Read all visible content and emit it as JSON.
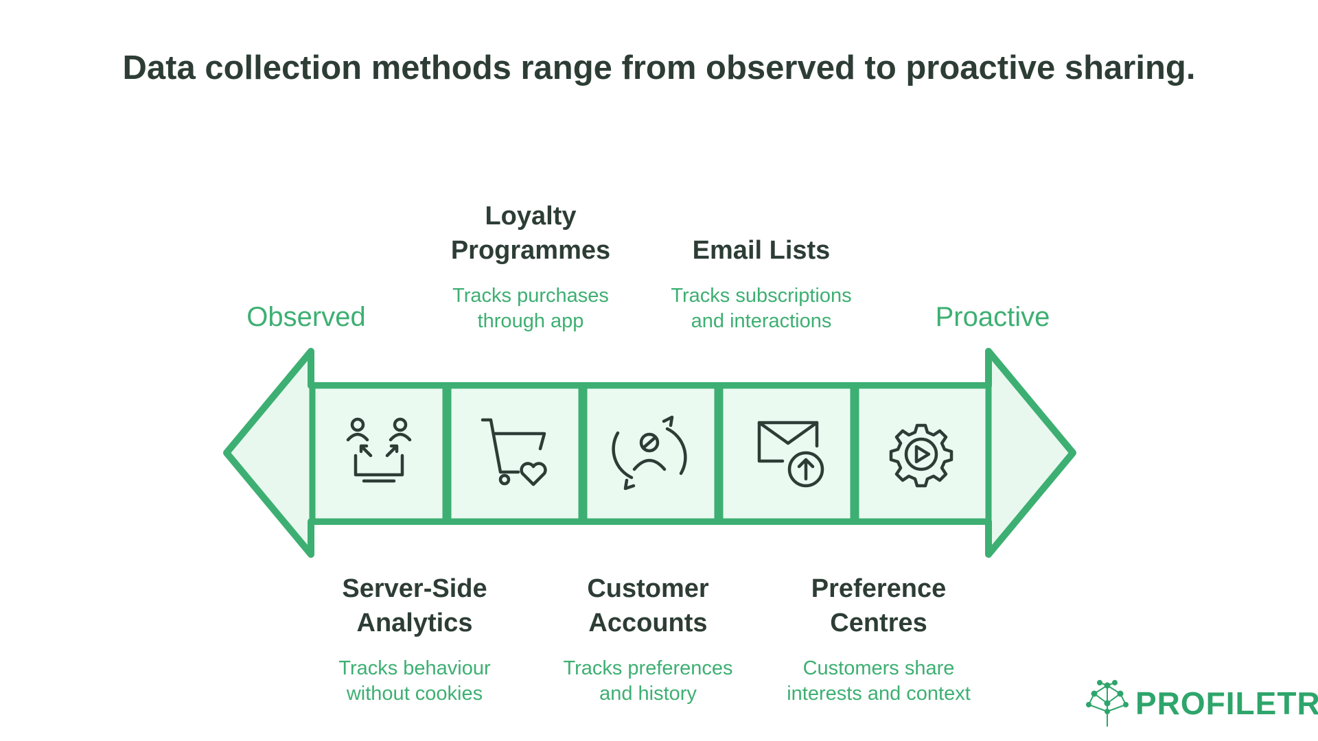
{
  "title": "Data collection methods range from observed to proactive sharing.",
  "ends": {
    "left": "Observed",
    "right": "Proactive"
  },
  "methods": [
    {
      "heading": "Server-Side Analytics",
      "description": "Tracks behaviour without cookies",
      "icon": "users-sharing-icon"
    },
    {
      "heading": "Loyalty Programmes",
      "description": "Tracks purchases through app",
      "icon": "cart-heart-icon"
    },
    {
      "heading": "Customer Accounts",
      "description": "Tracks preferences and history",
      "icon": "user-refresh-icon"
    },
    {
      "heading": "Email Lists",
      "description": "Tracks subscriptions and interactions",
      "icon": "envelope-upload-icon"
    },
    {
      "heading": "Preference Centres",
      "description": "Customers share interests and context",
      "icon": "gear-play-icon"
    }
  ],
  "logo": {
    "text": "PROFILETREE"
  },
  "colors": {
    "accent": "#3daf72",
    "fill": "#e8f8ef",
    "text": "#2d3d36"
  }
}
